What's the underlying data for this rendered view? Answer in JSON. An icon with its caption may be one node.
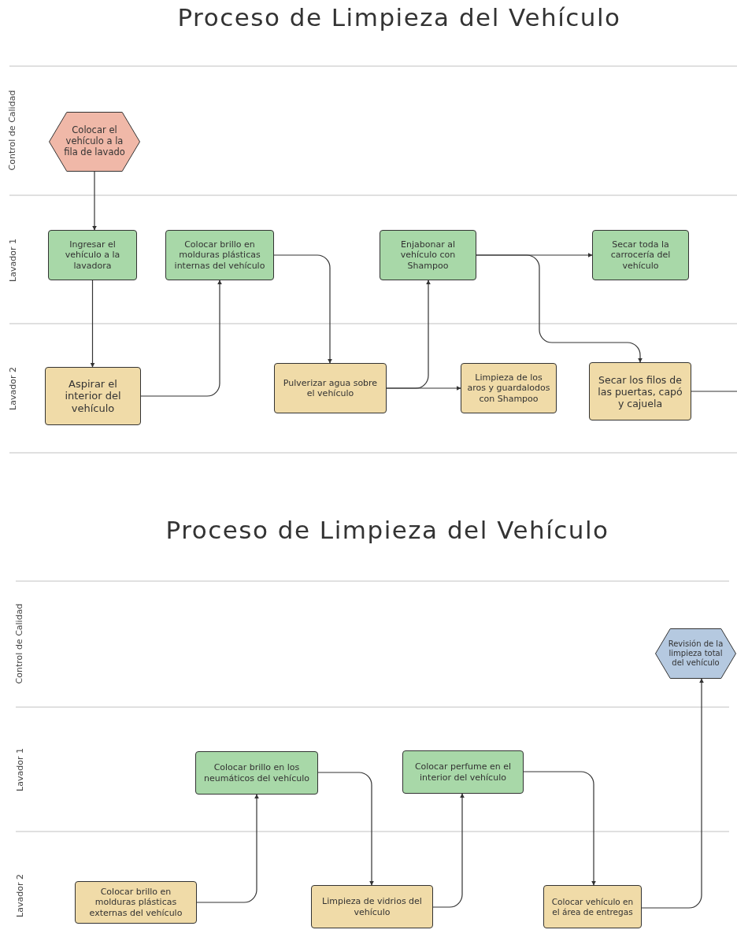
{
  "diagram": {
    "title": "Proceso de Limpieza del Vehículo",
    "nodes": [
      {
        "text": [
          "Colocar el vehículo a la fila de lavado"
        ]
      },
      {
        "text": [
          "Ingresar el vehículo a la lavadora"
        ]
      },
      {
        "text": [
          "Colocar brillo en molduras plásticas internas del vehículo"
        ]
      },
      {
        "text": [
          "Enjabonar al vehículo con Shampoo"
        ]
      },
      {
        "text": [
          "Secar toda la carrocería del vehículo"
        ]
      },
      {
        "text": [
          "Aspirar el interior del vehículo"
        ]
      },
      {
        "text": [
          "Pulverizar agua sobre el vehículo"
        ]
      },
      {
        "text": [
          "Limpieza de los aros y guardalodos con Shampoo"
        ]
      },
      {
        "text": [
          "Secar los filos de las puertas, capó y cajuela"
        ]
      },
      {
        "text": [
          "Colocar brillo en molduras plásticas externas del vehículo"
        ]
      },
      {
        "text": [
          "Colocar brillo en los neumáticos del vehículo"
        ]
      },
      {
        "text": [
          "Limpieza de vidrios del vehículo"
        ]
      },
      {
        "text": [
          "Colocar perfume en el interior del vehículo"
        ]
      },
      {
        "text": [
          "Colocar vehículo en el área de entregas"
        ]
      },
      {
        "text": [
          "Revisión de la limpieza total del vehículo"
        ]
      }
    ],
    "edges": [
      {
        "from": 0,
        "to": 1,
        "arrow": "to"
      },
      {
        "from": 1,
        "to": 5,
        "arrow": "to"
      },
      {
        "from": 5,
        "to": 2,
        "arrow": "to"
      },
      {
        "from": 2,
        "to": 6,
        "arrow": "to"
      },
      {
        "from": 6,
        "to": 3,
        "arrow": "to"
      },
      {
        "from": 6,
        "to": 7,
        "arrow": "to"
      },
      {
        "from": 3,
        "to": 4,
        "arrow": "to"
      },
      {
        "from": 3,
        "to": 8,
        "arrow": "to"
      },
      {
        "from": 8,
        "to": null,
        "arrow": "none"
      },
      {
        "from": 9,
        "to": 10,
        "arrow": "to"
      },
      {
        "from": 10,
        "to": 11,
        "arrow": "to"
      },
      {
        "from": 11,
        "to": 12,
        "arrow": "to"
      },
      {
        "from": 12,
        "to": 13,
        "arrow": "to"
      },
      {
        "from": 13,
        "to": 14,
        "arrow": "to"
      }
    ],
    "labels": [
      "Control de Calidad",
      "Lavador 1",
      "Lavador 2",
      "Proceso de Limpieza del Vehículo",
      "Control de Calidad",
      "Lavador 1",
      "Lavador 2"
    ]
  }
}
